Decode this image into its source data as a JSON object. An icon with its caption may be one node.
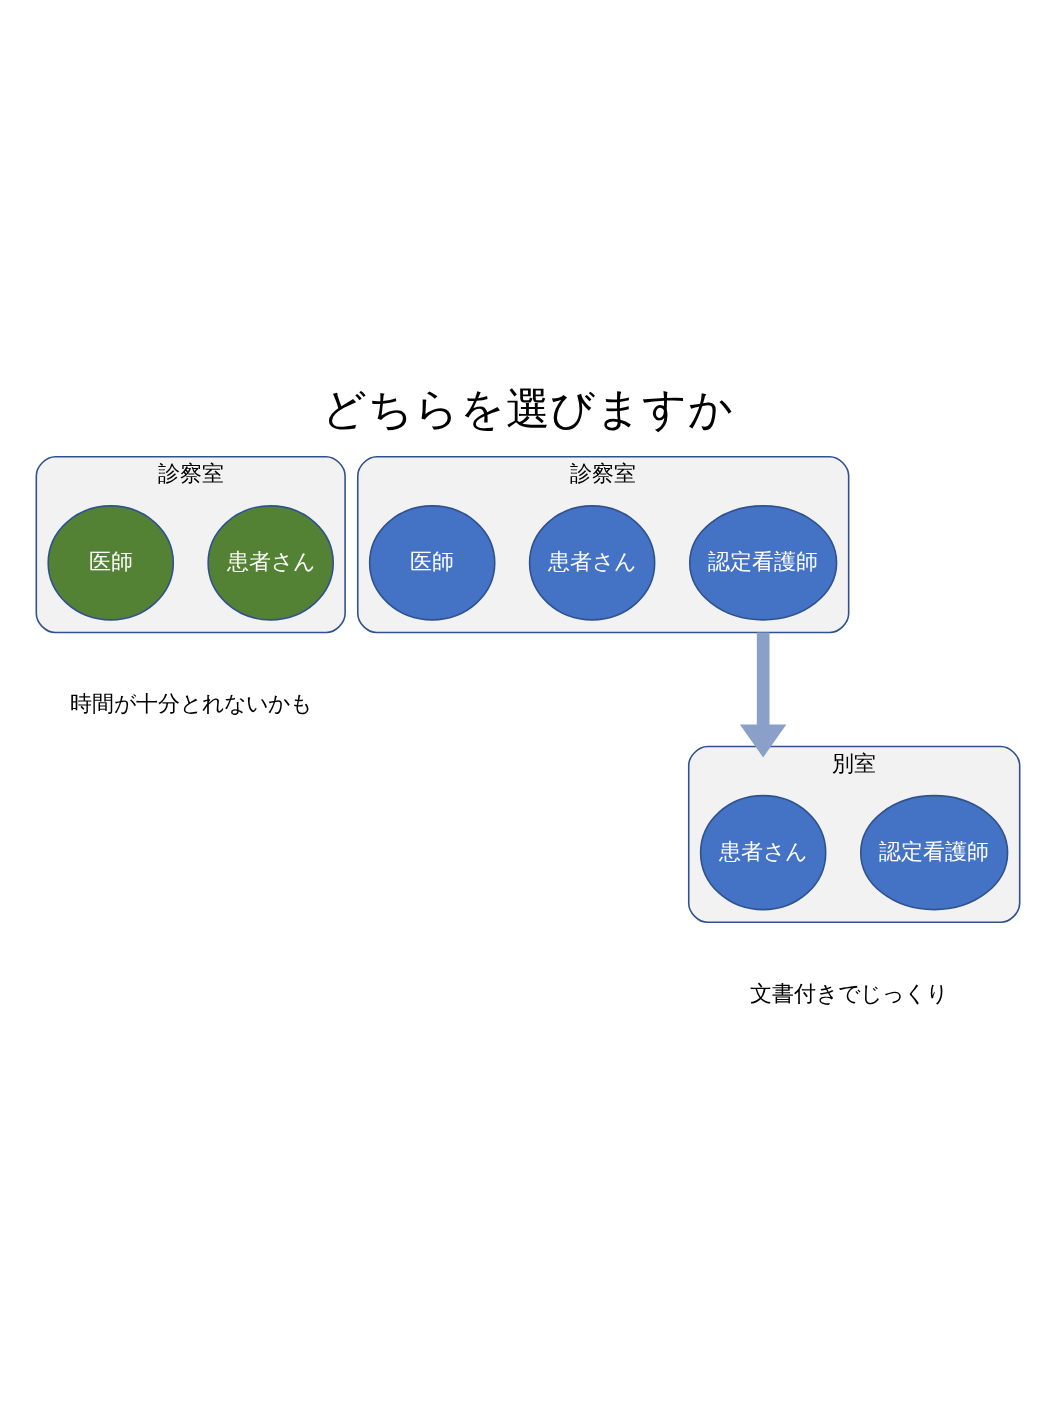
{
  "diagram": {
    "title": "どちらを選びますか",
    "nodes": [
      {
        "text": [
          "診察室"
        ],
        "beside": [
          "時間が十分とれないかも"
        ]
      },
      {
        "text": [
          "医師"
        ],
        "in": 0
      },
      {
        "text": [
          "患者さん"
        ],
        "in": 0
      },
      {
        "text": [
          "診察室"
        ]
      },
      {
        "text": [
          "医師"
        ],
        "in": 3
      },
      {
        "text": [
          "患者さん"
        ],
        "in": 3
      },
      {
        "text": [
          "認定看護師"
        ],
        "in": 3
      },
      {
        "text": [
          "別室"
        ],
        "beside": [
          "文書付きでじっくり"
        ]
      },
      {
        "text": [
          "患者さん"
        ],
        "in": 7
      },
      {
        "text": [
          "認定看護師"
        ],
        "in": 7
      }
    ],
    "edges": [
      {
        "from": 3,
        "to": 7,
        "arrow": "to"
      }
    ]
  }
}
